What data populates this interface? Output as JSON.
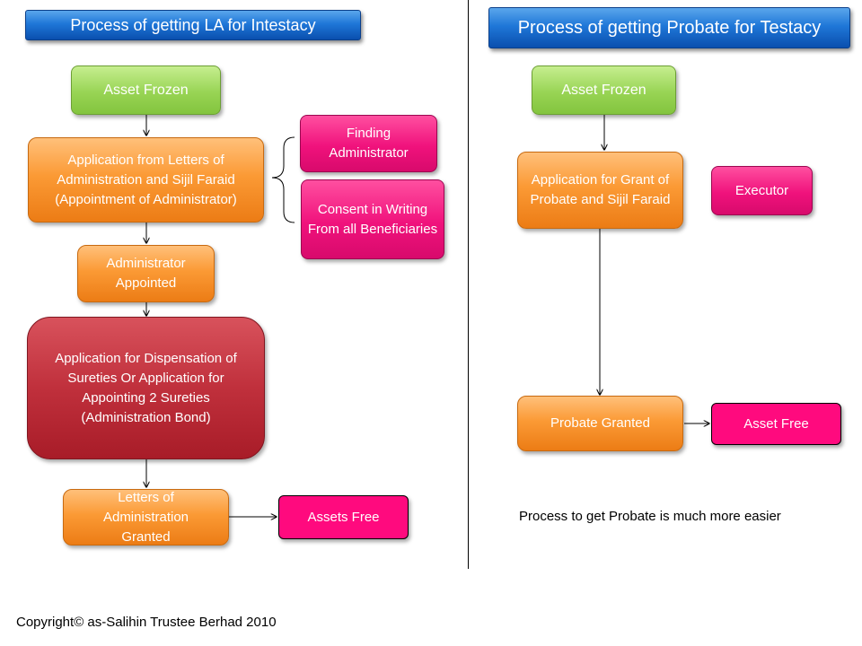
{
  "left": {
    "title": "Process of getting LA for Intestacy",
    "asset_frozen": "Asset Frozen",
    "application_la": "Application from Letters of Administration and Sijil Faraid (Appointment of Administrator)",
    "finding_administrator": "Finding Administrator",
    "consent_in_writing": "Consent in Writing From all Beneficiaries",
    "administrator_appointed": "Administrator Appointed",
    "dispensation": "Application for Dispensation of Sureties Or Application for Appointing 2 Sureties (Administration Bond)",
    "letters_granted": "Letters of Administration Granted",
    "assets_free": "Assets Free"
  },
  "right": {
    "title": "Process of getting Probate for Testacy",
    "asset_frozen": "Asset Frozen",
    "application_probate": "Application for Grant of Probate and Sijil Faraid",
    "executor": "Executor",
    "probate_granted": "Probate Granted",
    "asset_free": "Asset Free",
    "note": "Process to get Probate is much more easier"
  },
  "footer": {
    "copyright": "Copyright© as-Salihin Trustee Berhad 2010"
  },
  "colors": {
    "banner_blue": "#1f77d8",
    "green": "#98d454",
    "orange": "#fb9a35",
    "pink": "#f0127c",
    "dark_red": "#c0303c"
  }
}
